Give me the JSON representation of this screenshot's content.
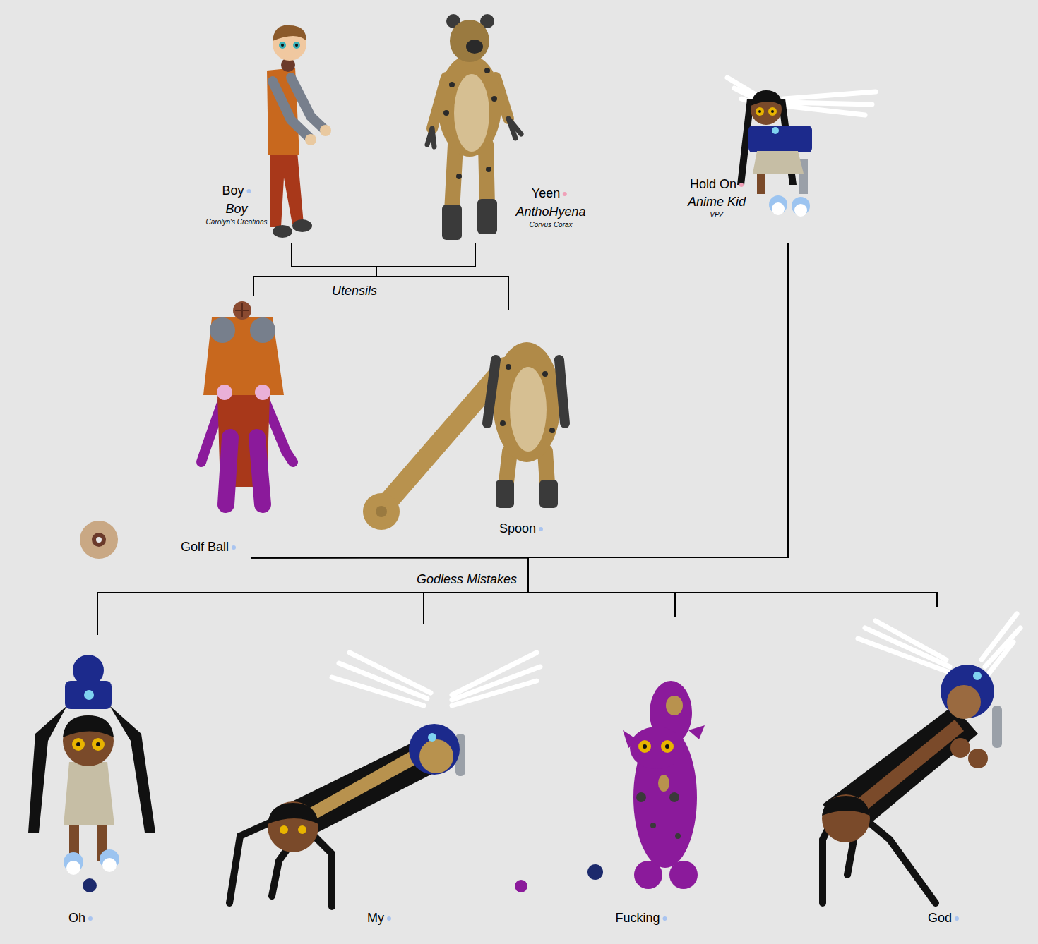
{
  "diagram": {
    "nodes": [
      {
        "text": [
          "Boy",
          "Boy",
          "Carolyn's Creations"
        ]
      },
      {
        "text": [
          "Yeen",
          "AnthoHyena",
          "Corvus Corax"
        ]
      },
      {
        "text": [
          "Hold On",
          "Anime Kid",
          "VPZ"
        ]
      },
      {
        "text": [
          "Golf Ball"
        ]
      },
      {
        "text": [
          "Spoon"
        ]
      },
      {
        "text": [
          "Oh"
        ]
      },
      {
        "text": [
          "My"
        ]
      },
      {
        "text": [
          "Fucking"
        ]
      },
      {
        "text": [
          "God"
        ]
      }
    ],
    "edges": [
      {
        "from": 0,
        "to": 3,
        "arrow": "none",
        "label": "Utensils"
      },
      {
        "from": 0,
        "to": 4,
        "arrow": "none"
      },
      {
        "from": 1,
        "to": 3,
        "arrow": "none"
      },
      {
        "from": 1,
        "to": 4,
        "arrow": "none"
      },
      {
        "from": 3,
        "to": 5,
        "arrow": "none",
        "label": "Godless Mistakes"
      },
      {
        "from": 3,
        "to": 6,
        "arrow": "none"
      },
      {
        "from": 3,
        "to": 7,
        "arrow": "none"
      },
      {
        "from": 3,
        "to": 8,
        "arrow": "none"
      },
      {
        "from": 2,
        "to": 5,
        "arrow": "none"
      },
      {
        "from": 2,
        "to": 6,
        "arrow": "none"
      },
      {
        "from": 2,
        "to": 7,
        "arrow": "none"
      },
      {
        "from": 2,
        "to": 8,
        "arrow": "none"
      }
    ]
  }
}
